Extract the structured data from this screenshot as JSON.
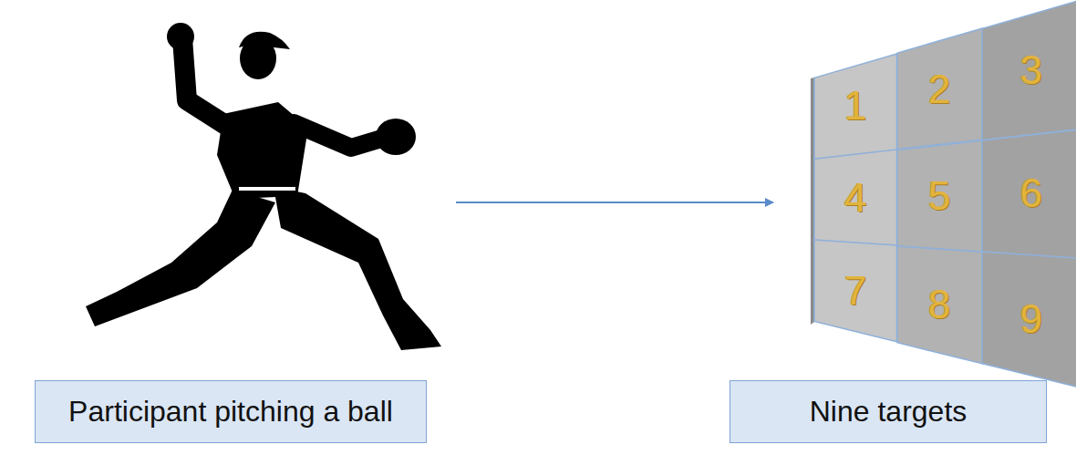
{
  "diagram": {
    "nodes": [
      {
        "text": [
          "1"
        ]
      },
      {
        "text": [
          "2"
        ]
      },
      {
        "text": [
          "3"
        ]
      },
      {
        "text": [
          "4"
        ]
      },
      {
        "text": [
          "5"
        ]
      },
      {
        "text": [
          "6"
        ]
      },
      {
        "text": [
          "7"
        ]
      },
      {
        "text": [
          "8"
        ]
      },
      {
        "text": [
          "9"
        ]
      },
      {
        "text": [
          "Participant pitching a ball"
        ]
      },
      {
        "text": [
          "Nine targets"
        ]
      }
    ]
  }
}
